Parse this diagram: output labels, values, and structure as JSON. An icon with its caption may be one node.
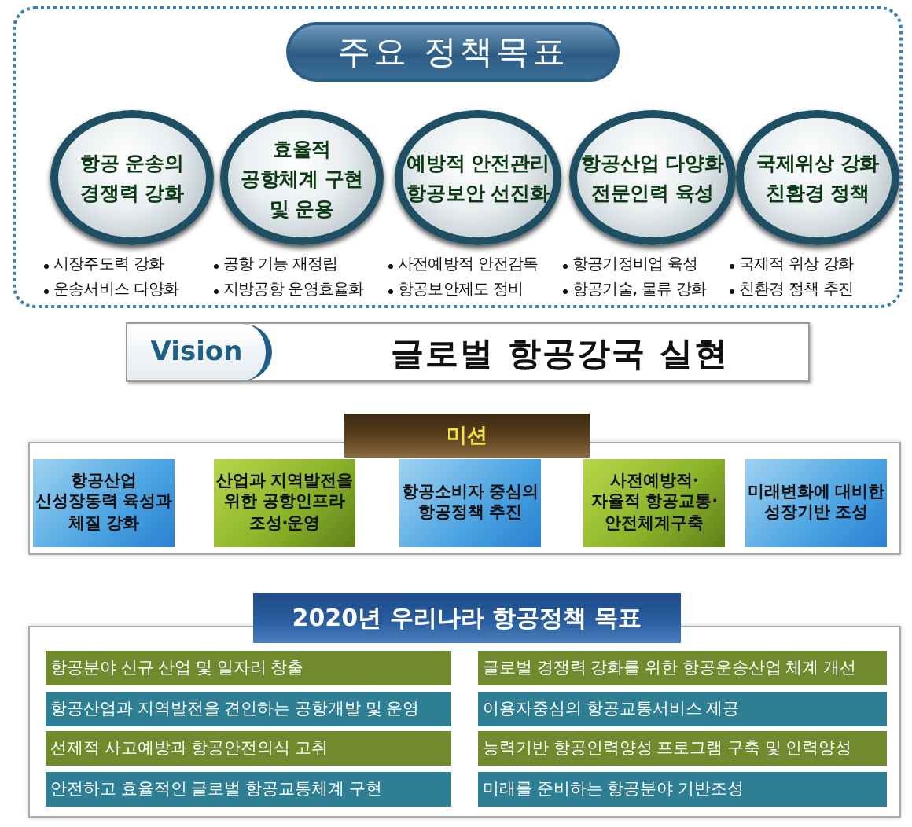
{
  "diagram": {
    "nodes": [
      {
        "text": [
          "주요 정책목표"
        ]
      },
      {
        "text": [
          "항공 운송의 경쟁력 강화"
        ],
        "in": 0,
        "beside": [
          "시장주도력 강화",
          "운송서비스 다양화"
        ]
      },
      {
        "text": [
          "효율적 공항체계 구현 및 운용"
        ],
        "in": 0,
        "beside": [
          "공항 기능 재정립",
          "지방공항 운영효율화"
        ]
      },
      {
        "text": [
          "예방적 안전관리 항공보안 선진화"
        ],
        "in": 0,
        "beside": [
          "사전예방적 안전감독",
          "항공보안제도 정비"
        ]
      },
      {
        "text": [
          "항공산업 다양화 전문인력 육성"
        ],
        "in": 0,
        "beside": [
          "항공기정비업 육성",
          "항공기술, 물류 강화"
        ]
      },
      {
        "text": [
          "국제위상 강화 친환경 정책"
        ],
        "in": 0,
        "beside": [
          "국제적 위상 강화",
          "친환경 정책 추진"
        ]
      },
      {
        "text": [
          "Vision",
          "글로벌 항공강국 실현"
        ]
      },
      {
        "text": [
          "미션"
        ]
      },
      {
        "text": [
          "항공산업 신성장동력 육성과 체질 강화"
        ],
        "in": 7
      },
      {
        "text": [
          "산업과 지역발전을 위한 공항인프라 조성·운영"
        ],
        "in": 7
      },
      {
        "text": [
          "항공소비자 중심의 항공정책 추진"
        ],
        "in": 7
      },
      {
        "text": [
          "사전예방적· 자율적 항공교통· 안전체계구축"
        ],
        "in": 7
      },
      {
        "text": [
          "미래변화에 대비한 성장기반 조성"
        ],
        "in": 7
      },
      {
        "text": [
          "2020년 우리나라 항공정책 목표"
        ]
      },
      {
        "text": [
          "항공분야 신규 산업 및 일자리 창출"
        ],
        "in": 13
      },
      {
        "text": [
          "글로벌 경쟁력 강화를 위한 항공운송산업 체계 개선"
        ],
        "in": 13
      },
      {
        "text": [
          "항공산업과 지역발전을 견인하는 공항개발 및 운영"
        ],
        "in": 13
      },
      {
        "text": [
          "이용자중심의 항공교통서비스 제공"
        ],
        "in": 13
      },
      {
        "text": [
          "선제적 사고예방과 항공안전의식 고취"
        ],
        "in": 13
      },
      {
        "text": [
          "능력기반 항공인력양성 프로그램 구축 및 인력양성"
        ],
        "in": 13
      },
      {
        "text": [
          "안전하고 효율적인 글로벌 항공교통체계 구현"
        ],
        "in": 13
      },
      {
        "text": [
          "미래를 준비하는 항공분야 기반조성"
        ],
        "in": 13
      }
    ]
  }
}
